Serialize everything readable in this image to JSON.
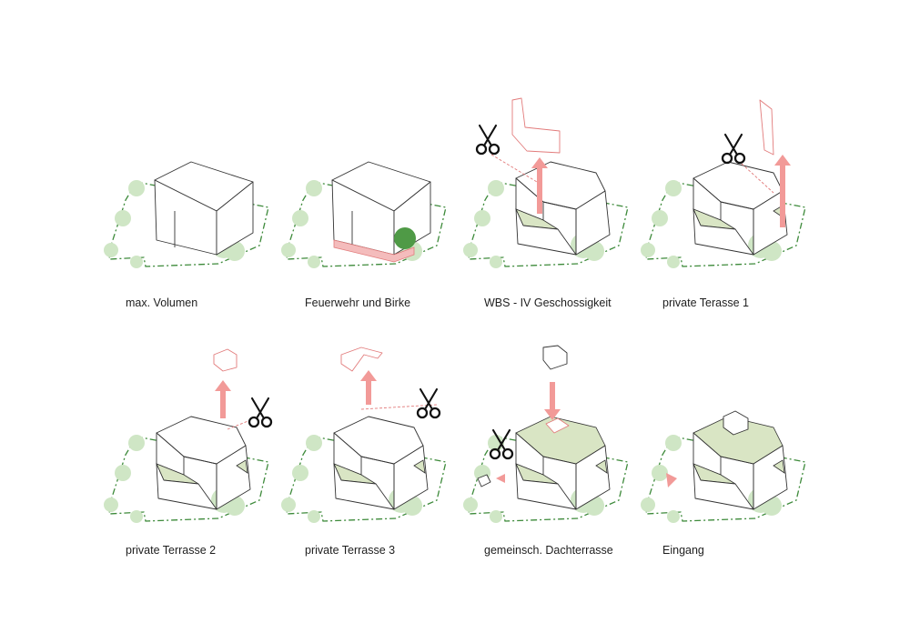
{
  "steps": [
    {
      "caption": "max. Volumen"
    },
    {
      "caption": "Feuerwehr und Birke"
    },
    {
      "caption": "WBS - IV Geschossigkeit"
    },
    {
      "caption": "private Terasse 1"
    },
    {
      "caption": "private Terrasse 2"
    },
    {
      "caption": "private Terrasse 3"
    },
    {
      "caption": "gemeinsch. Dachterrasse"
    },
    {
      "caption": "Eingang"
    }
  ],
  "colors": {
    "plot_boundary": "#3d8a3a",
    "trees": "#cfe6c5",
    "birch": "#4f9a46",
    "terrace_fill": "#d9e5c4",
    "removal_highlight": "#f29a98",
    "building_outline": "#333333"
  },
  "icons": [
    "scissors-icon",
    "arrow-up-icon",
    "arrow-down-icon",
    "arrow-left-icon",
    "entrance-triangle-icon"
  ]
}
